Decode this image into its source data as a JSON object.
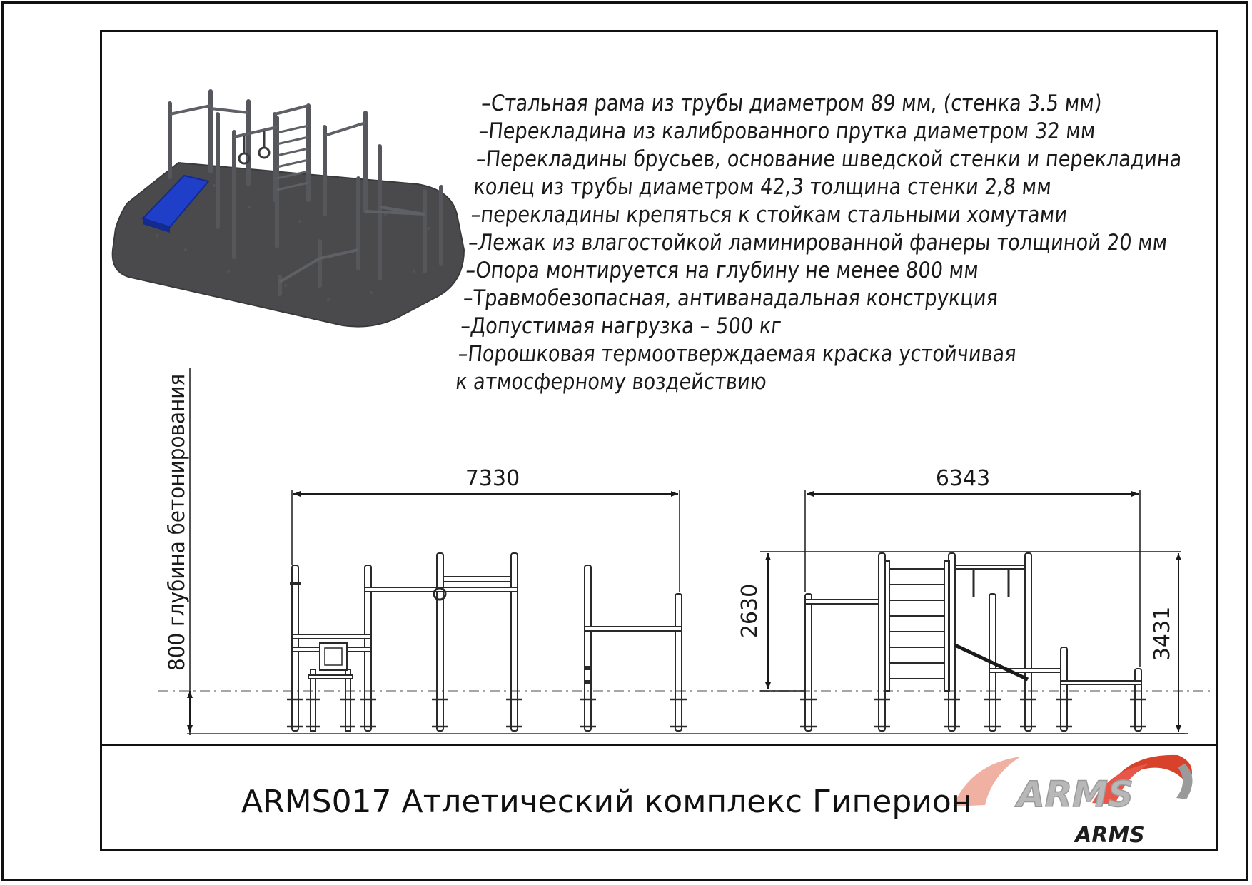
{
  "specs": [
    "–Стальная рама из трубы диаметром 89 мм, (стенка 3.5 мм)",
    "–Перекладина из калиброванного прутка диаметром 32 мм",
    "–Перекладины брусьев, основание шведской стенки и перекладина",
    "колец из трубы диаметром 42,3 толщина стенки 2,8 мм",
    "–перекладины крепяться к стойкам стальными хомутами",
    "–Лежак из влагостойкой ламинированной фанеры толщиной 20 мм",
    "–Опора монтируется на глубину не менее 800 мм",
    "–Травмобезопасная, антиванадальная конструкция",
    "–Допустимая нагрузка – 500 кг",
    "–Порошковая термоотверждаемая краска устойчивая",
    "к атмосферному воздействию"
  ],
  "depth_label": "800 глубина бетонирования",
  "dimensions": {
    "front_width": "7330",
    "side_width": "6343",
    "height_low": "2630",
    "height_high": "3431"
  },
  "title": "ARMS017 Атлетический комплекс Гиперион",
  "logo": {
    "text": "ARMS",
    "colors": {
      "primary": "#d8412a",
      "grey": "#9a9a9a",
      "dark": "#1e1e1e"
    }
  },
  "colors": {
    "mat": "#4a4a4c",
    "bench": "#1f3fc8",
    "steel": "#55575c"
  }
}
